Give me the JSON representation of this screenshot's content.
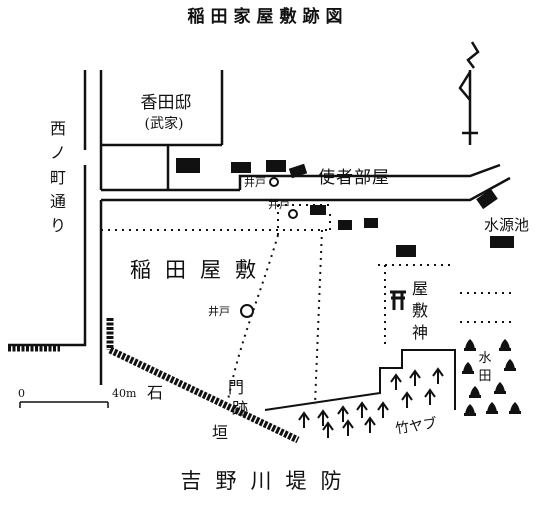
{
  "map": {
    "title": "稲田家屋敷跡図",
    "labels": {
      "kagada_tei": "香田邸",
      "buke": "(武家)",
      "nishinomachi": [
        "西",
        "ノ",
        "町",
        "通",
        "り"
      ],
      "shisha_beya": "使者部屋",
      "suigen_ike": "水源池",
      "inada_yashiki": "稲田屋敷",
      "yashiki_gami": [
        "屋",
        "敷",
        "神"
      ],
      "mon_ato": [
        "門",
        "跡"
      ],
      "ishigaki": [
        "石",
        "垣"
      ],
      "take_yabu": "竹ヤブ",
      "suiden": [
        "水",
        "田"
      ],
      "yoshino_teibo": "吉野川堤防",
      "well_1": "井戸",
      "well_2": "井戸",
      "well_3": "井戸"
    },
    "scale": {
      "start": "0",
      "end": "40m"
    },
    "symbols": {
      "north_arrow": "north-arrow-icon",
      "shrine": "shrine-torii-icon",
      "well": "well-circle-icon",
      "bamboo": "bamboo-mark-icon",
      "paddy": "paddy-mark-icon"
    },
    "colors": {
      "ink": "#111111",
      "paper": "#ffffff"
    }
  }
}
